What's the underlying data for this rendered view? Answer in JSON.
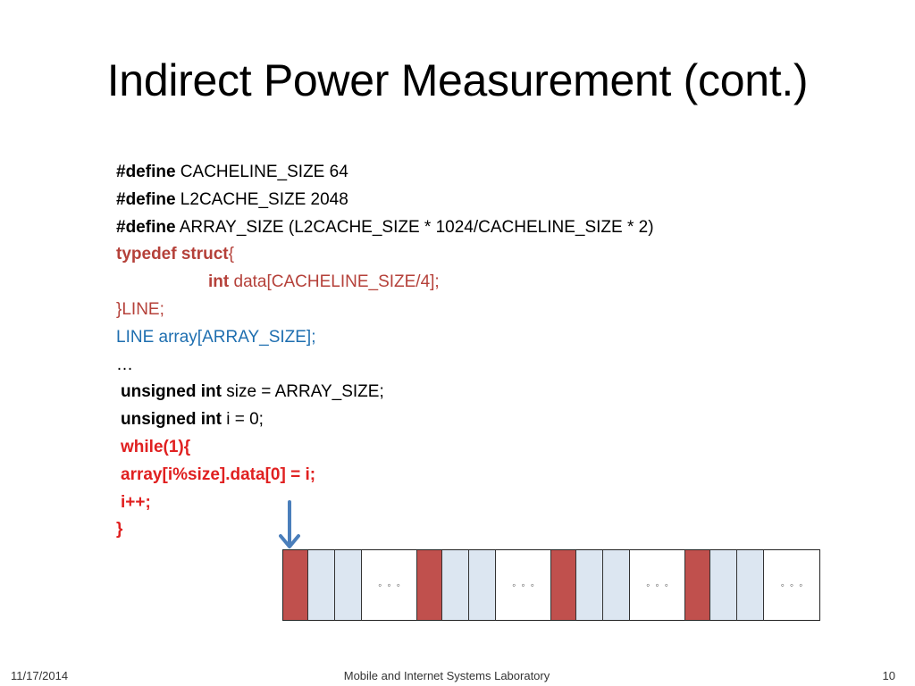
{
  "slide": {
    "title": "Indirect Power Measurement (cont.)"
  },
  "code": {
    "l1_kw": "#define",
    "l1_rest": " CACHELINE_SIZE 64",
    "l2_kw": "#define",
    "l2_rest": " L2CACHE_SIZE 2048",
    "l3_kw": "#define",
    "l3_rest": " ARRAY_SIZE (L2CACHE_SIZE * 1024/CACHELINE_SIZE * 2)",
    "l4_kw": "typedef struct",
    "l4_rest": "{",
    "l5_kw": "int",
    "l5_rest": " data[CACHELINE_SIZE/4];",
    "l6": "}LINE;",
    "l7": "LINE array[ARRAY_SIZE];",
    "l8": "…",
    "l9_kw": "unsigned int",
    "l9_rest": " size = ARRAY_SIZE;",
    "l10_kw": "unsigned int",
    "l10_rest": " i = 0;",
    "l11": "while(1){",
    "l12": "array[i%size].data[0] = i;",
    "l13": "i++;",
    "l14": "}"
  },
  "diagram": {
    "ellipsis": "◦◦◦",
    "colors": {
      "accessed": "#c0504d",
      "line": "#dce6f1",
      "arrow": "#4a7ebb"
    }
  },
  "footer": {
    "date": "11/17/2014",
    "lab": "Mobile and Internet Systems Laboratory",
    "page": "10"
  }
}
